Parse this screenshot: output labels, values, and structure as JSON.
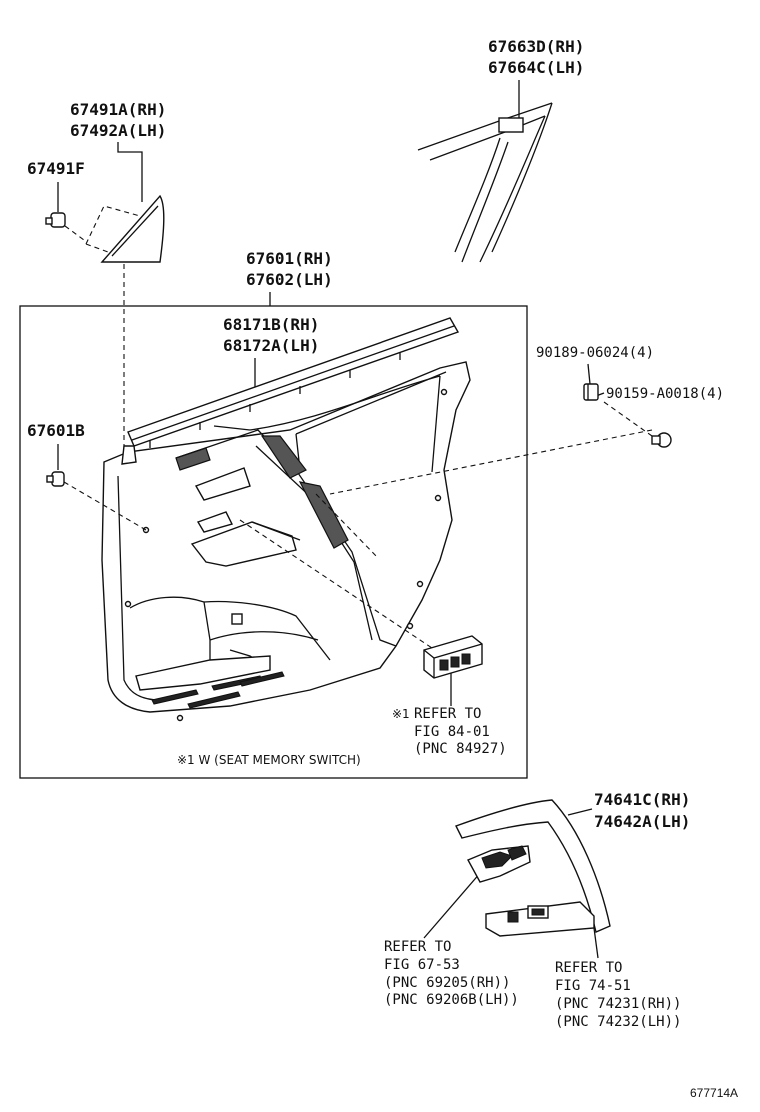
{
  "labels": {
    "p67663d": "67663D(RH)",
    "p67664c": "67664C(LH)",
    "p67491a": "67491A(RH)",
    "p67492a": "67492A(LH)",
    "p67491f": "67491F",
    "p67601": "67601(RH)",
    "p67602": "67602(LH)",
    "p68171b": "68171B(RH)",
    "p68172a": "68172A(LH)",
    "p90189": "90189-06024(4)",
    "p90159": "90159-A0018(4)",
    "p67601b": "67601B",
    "p74641c": "74641C(RH)",
    "p74642a": "74642A(LH)"
  },
  "notes": {
    "ref1_mark": "※1",
    "ref1_line1": "REFER TO",
    "ref1_line2": "FIG 84-01",
    "ref1_line3": "(PNC 84927)",
    "seat_memory": "※1 W (SEAT MEMORY SWITCH)",
    "ref2_line1": "REFER TO",
    "ref2_line2": "FIG 67-53",
    "ref2_line3": "(PNC 69205(RH))",
    "ref2_line4": "(PNC 69206B(LH))",
    "ref3_line1": "REFER TO",
    "ref3_line2": "FIG 74-51",
    "ref3_line3": "(PNC 74231(RH))",
    "ref3_line4": "(PNC 74232(LH))"
  },
  "figure_code": "677714A"
}
